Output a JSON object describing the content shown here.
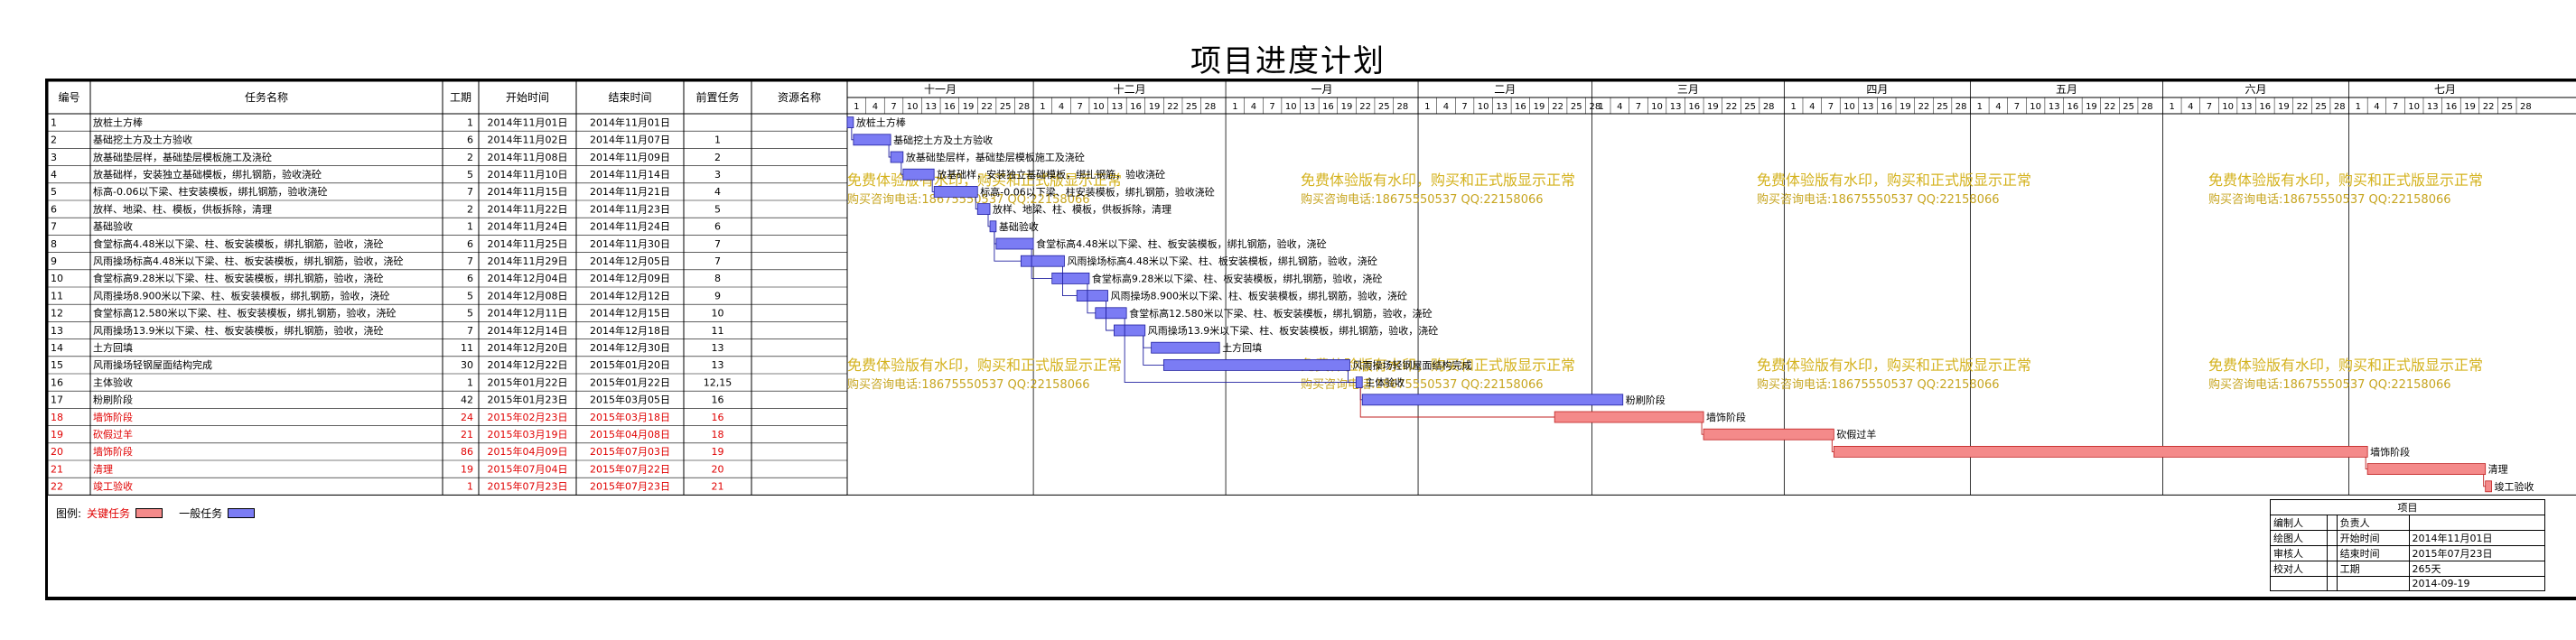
{
  "title": "项目进度计划",
  "table_headers": {
    "id": "编号",
    "name": "任务名称",
    "duration": "工期",
    "start": "开始时间",
    "end": "结束时间",
    "pred": "前置任务",
    "resource": "资源名称"
  },
  "months": [
    "十一月",
    "十二月",
    "一月",
    "二月",
    "三月",
    "四月",
    "五月",
    "六月",
    "七月"
  ],
  "day_ticks": [
    "1",
    "4",
    "7",
    "10",
    "13",
    "16",
    "19",
    "22",
    "25",
    "28"
  ],
  "watermark_line1": "免费体验版有水印，购买和正式版显示正常",
  "watermark_line2": "购买咨询电话:18675550537 QQ:22158066",
  "legend": {
    "label": "图例:",
    "critical": "关键任务",
    "normal": "一般任务"
  },
  "colors": {
    "critical": "#f48a8a",
    "normal": "#7b7cf4",
    "critical_text": "#e00000",
    "watermark": "#d4b21e"
  },
  "info": {
    "project_label": "项目",
    "rows": [
      [
        "编制人",
        "",
        "负责人",
        ""
      ],
      [
        "绘图人",
        "",
        "开始时间",
        "2014年11月01日"
      ],
      [
        "审核人",
        "",
        "结束时间",
        "2015年07月23日"
      ],
      [
        "校对人",
        "",
        "工期",
        "265天"
      ],
      [
        "",
        "",
        "",
        "2014-09-19"
      ]
    ]
  },
  "chart_data": {
    "type": "gantt",
    "title": "项目进度计划",
    "x_axis": "date",
    "xlim": [
      "2014-11-01",
      "2015-07-31"
    ],
    "tasks": [
      {
        "id": "1",
        "name": "放桩土方棒",
        "duration": "1",
        "start": "2014年11月01日",
        "end": "2014年11月01日",
        "pred": "",
        "critical": false,
        "s": "2014-11-01",
        "e": "2014-11-01"
      },
      {
        "id": "2",
        "name": "基础挖土方及土方验收",
        "duration": "6",
        "start": "2014年11月02日",
        "end": "2014年11月07日",
        "pred": "1",
        "critical": false,
        "s": "2014-11-02",
        "e": "2014-11-07"
      },
      {
        "id": "3",
        "name": "放基础垫层样，基础垫层模板施工及浇砼",
        "duration": "2",
        "start": "2014年11月08日",
        "end": "2014年11月09日",
        "pred": "2",
        "critical": false,
        "s": "2014-11-08",
        "e": "2014-11-09"
      },
      {
        "id": "4",
        "name": "放基础样，安装独立基础模板，绑扎钢筋，验收浇砼",
        "duration": "5",
        "start": "2014年11月10日",
        "end": "2014年11月14日",
        "pred": "3",
        "critical": false,
        "s": "2014-11-10",
        "e": "2014-11-14"
      },
      {
        "id": "5",
        "name": "标高-0.06以下梁、柱安装模板，绑扎钢筋，验收浇砼",
        "duration": "7",
        "start": "2014年11月15日",
        "end": "2014年11月21日",
        "pred": "4",
        "critical": false,
        "s": "2014-11-15",
        "e": "2014-11-21"
      },
      {
        "id": "6",
        "name": "放样、地梁、柱、模板，供板拆除，清理",
        "duration": "2",
        "start": "2014年11月22日",
        "end": "2014年11月23日",
        "pred": "5",
        "critical": false,
        "s": "2014-11-22",
        "e": "2014-11-23"
      },
      {
        "id": "7",
        "name": "基础验收",
        "duration": "1",
        "start": "2014年11月24日",
        "end": "2014年11月24日",
        "pred": "6",
        "critical": false,
        "s": "2014-11-24",
        "e": "2014-11-24"
      },
      {
        "id": "8",
        "name": "食堂标高4.48米以下梁、柱、板安装模板，绑扎钢筋，验收，浇砼",
        "duration": "6",
        "start": "2014年11月25日",
        "end": "2014年11月30日",
        "pred": "7",
        "critical": false,
        "s": "2014-11-25",
        "e": "2014-11-30"
      },
      {
        "id": "9",
        "name": "风雨操场标高4.48米以下梁、柱、板安装模板，绑扎钢筋，验收，浇砼",
        "duration": "7",
        "start": "2014年11月29日",
        "end": "2014年12月05日",
        "pred": "7",
        "critical": false,
        "s": "2014-11-29",
        "e": "2014-12-05"
      },
      {
        "id": "10",
        "name": "食堂标高9.28米以下梁、柱、板安装模板，绑扎钢筋，验收，浇砼",
        "duration": "6",
        "start": "2014年12月04日",
        "end": "2014年12月09日",
        "pred": "8",
        "critical": false,
        "s": "2014-12-04",
        "e": "2014-12-09"
      },
      {
        "id": "11",
        "name": "风雨操场8.900米以下梁、柱、板安装模板，绑扎钢筋，验收，浇砼",
        "duration": "5",
        "start": "2014年12月08日",
        "end": "2014年12月12日",
        "pred": "9",
        "critical": false,
        "s": "2014-12-08",
        "e": "2014-12-12"
      },
      {
        "id": "12",
        "name": "食堂标高12.580米以下梁、柱、板安装模板，绑扎钢筋，验收，浇砼",
        "duration": "5",
        "start": "2014年12月11日",
        "end": "2014年12月15日",
        "pred": "10",
        "critical": false,
        "s": "2014-12-11",
        "e": "2014-12-15"
      },
      {
        "id": "13",
        "name": "风雨操场13.9米以下梁、柱、板安装模板，绑扎钢筋，验收，浇砼",
        "duration": "7",
        "start": "2014年12月14日",
        "end": "2014年12月18日",
        "pred": "11",
        "critical": false,
        "s": "2014-12-14",
        "e": "2014-12-18"
      },
      {
        "id": "14",
        "name": "土方回填",
        "duration": "11",
        "start": "2014年12月20日",
        "end": "2014年12月30日",
        "pred": "13",
        "critical": false,
        "s": "2014-12-20",
        "e": "2014-12-30"
      },
      {
        "id": "15",
        "name": "风雨操场轻钢屋面结构完成",
        "duration": "30",
        "start": "2014年12月22日",
        "end": "2015年01月20日",
        "pred": "13",
        "critical": false,
        "s": "2014-12-22",
        "e": "2015-01-20"
      },
      {
        "id": "16",
        "name": "主体验收",
        "duration": "1",
        "start": "2015年01月22日",
        "end": "2015年01月22日",
        "pred": "12,15",
        "critical": false,
        "s": "2015-01-22",
        "e": "2015-01-22"
      },
      {
        "id": "17",
        "name": "粉刷阶段",
        "duration": "42",
        "start": "2015年01月23日",
        "end": "2015年03月05日",
        "pred": "16",
        "critical": false,
        "s": "2015-01-23",
        "e": "2015-03-05"
      },
      {
        "id": "18",
        "name": "墙饰阶段",
        "duration": "24",
        "start": "2015年02月23日",
        "end": "2015年03月18日",
        "pred": "16",
        "critical": true,
        "s": "2015-02-23",
        "e": "2015-03-18"
      },
      {
        "id": "19",
        "name": "砍假过羊",
        "duration": "21",
        "start": "2015年03月19日",
        "end": "2015年04月08日",
        "pred": "18",
        "critical": true,
        "s": "2015-03-19",
        "e": "2015-04-08"
      },
      {
        "id": "20",
        "name": "墙饰阶段",
        "duration": "86",
        "start": "2015年04月09日",
        "end": "2015年07月03日",
        "pred": "19",
        "critical": true,
        "s": "2015-04-09",
        "e": "2015-07-03"
      },
      {
        "id": "21",
        "name": "清理",
        "duration": "19",
        "start": "2015年07月04日",
        "end": "2015年07月22日",
        "pred": "20",
        "critical": true,
        "s": "2015-07-04",
        "e": "2015-07-22"
      },
      {
        "id": "22",
        "name": "竣工验收",
        "duration": "1",
        "start": "2015年07月23日",
        "end": "2015年07月23日",
        "pred": "21",
        "critical": true,
        "s": "2015-07-23",
        "e": "2015-07-23"
      }
    ],
    "bar_labels": [
      "放桩土方棒",
      "基础挖土方及土方验收",
      "放基础垫层样，基础垫层模板施工及浇砼",
      "放基础样，安装独立基础模板，绑扎钢筋，验收浇砼",
      "标高-0.06以下梁、柱安装模板，绑扎钢筋，验收浇砼",
      "放样、地梁、柱、模板，供板拆除，清理",
      "基础验收",
      "食堂标高4.48米以下梁、柱、板安装模板，绑扎钢筋，验收，浇砼",
      "风雨操场标高4.48米以下梁、柱、板安装模板，绑扎钢筋，验收，浇砼",
      "食堂标高9.28米以下梁、柱、板安装模板，绑扎钢筋，验收，浇砼",
      "风雨操场8.900米以下梁、柱、板安装模板，绑扎钢筋，验收，浇砼",
      "食堂标高12.580米以下梁、柱、板安装模板，绑扎钢筋，验收，浇砼",
      "风雨操场13.9米以下梁、柱、板安装模板，绑扎钢筋，验收，浇砼",
      "土方回填",
      "风雨操场轻钢屋面结构完成",
      "主体验收",
      "粉刷阶段",
      "墙饰阶段",
      "砍假过羊",
      "墙饰阶段",
      "清理",
      "竣工验收"
    ]
  }
}
